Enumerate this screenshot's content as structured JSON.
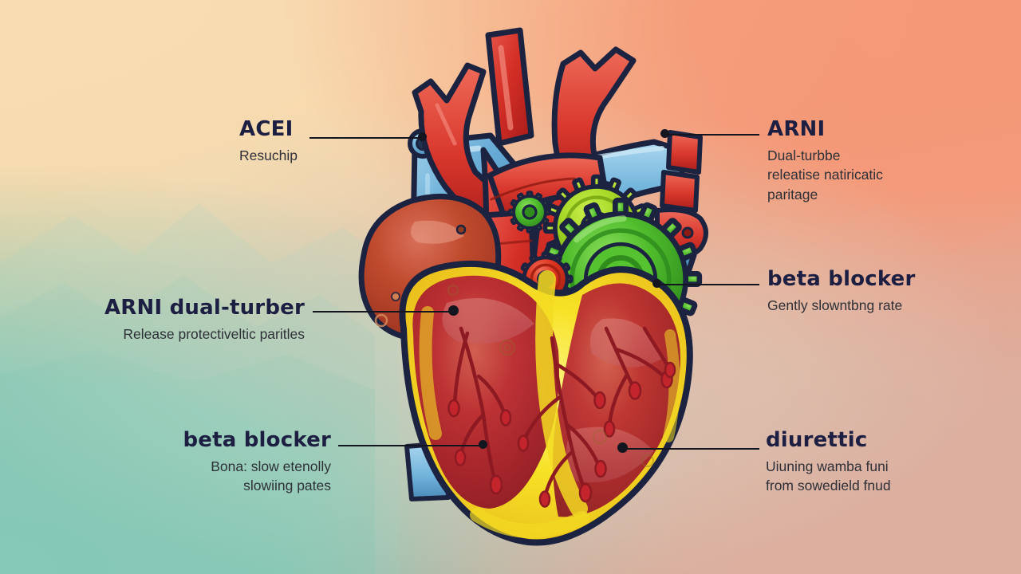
{
  "illustration": {
    "subject": "anatomical heart with mechanical gears",
    "style": "hand-drawn colored sketch diagram",
    "colors": {
      "bg_top_left": "#f8dcb2",
      "bg_top_right": "#f59877",
      "bg_bottom_left": "#84c9b7",
      "bg_bottom_right": "#dcaf9f",
      "outline": "#1c2340",
      "artery_red": "#d8372c",
      "vein_blue": "#63a8d4",
      "gear_green": "#5cc232",
      "gear_lime": "#a8d42a",
      "gear_red": "#e0311f",
      "myocardium_red": "#b3202e",
      "fat_yellow": "#f4e02a",
      "atrium_orange": "#c0452c",
      "label_title": "#1d1f42",
      "label_sub": "#2e3038"
    },
    "parts": [
      "aortic arch",
      "brachiocephalic trunk",
      "left common carotid artery",
      "left subclavian artery",
      "superior vena cava",
      "pulmonary artery",
      "pulmonary veins",
      "right atrial appendage",
      "left ventricle",
      "right ventricle",
      "coronary arteries",
      "epicardial fat",
      "inferior vena cava stub",
      "large green gear",
      "small green gear",
      "small red gear",
      "lime gear"
    ]
  },
  "annotations": [
    {
      "id": "acei",
      "position": "top-left",
      "title": "ACEI",
      "subtitle_lines": [
        "Resuchip"
      ]
    },
    {
      "id": "arni",
      "position": "top-right",
      "title": "ARNI",
      "subtitle_lines": [
        "Dual-turbbe",
        "releatise natiricatic",
        "paritage"
      ]
    },
    {
      "id": "arni-dual-turber",
      "position": "middle-left",
      "title": "ARNI dual-turber",
      "subtitle_lines": [
        "Release protectiveltic paritles"
      ]
    },
    {
      "id": "beta-blocker-right",
      "position": "middle-right",
      "title": "beta blocker",
      "subtitle_lines": [
        "Gently slowntbng rate"
      ]
    },
    {
      "id": "beta-blocker-left",
      "position": "bottom-left",
      "title": "beta blocker",
      "subtitle_lines": [
        "Bona: slow etenolly",
        "slowiing pates"
      ]
    },
    {
      "id": "diuretic",
      "position": "bottom-right",
      "title": "diurettic",
      "subtitle_lines": [
        "Uiuning wamba funi",
        "from sowedield fnud"
      ]
    }
  ]
}
